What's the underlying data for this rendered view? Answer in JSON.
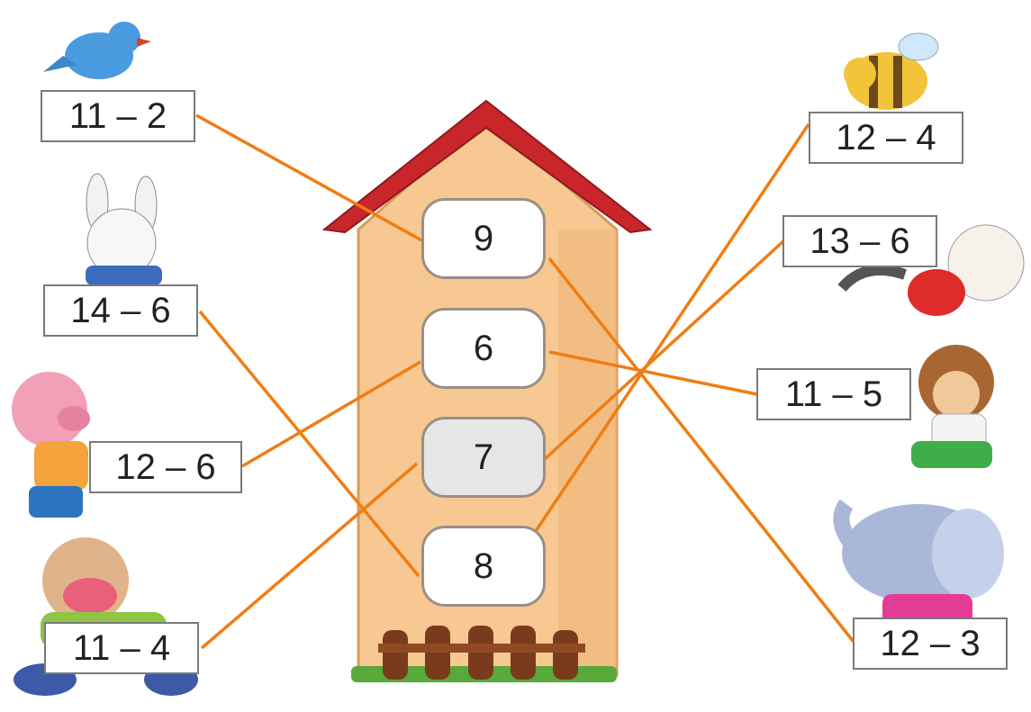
{
  "house": {
    "windows": [
      {
        "id": "w9",
        "value": "9"
      },
      {
        "id": "w6",
        "value": "6"
      },
      {
        "id": "w7",
        "value": "7"
      },
      {
        "id": "w8",
        "value": "8"
      }
    ]
  },
  "expressions": [
    {
      "id": "e-11-2",
      "animal": "bird",
      "text": "11 – 2",
      "target": "w9"
    },
    {
      "id": "e-14-6",
      "animal": "rabbit",
      "text": "14 – 6",
      "target": "w8"
    },
    {
      "id": "e-12-6",
      "animal": "pig",
      "text": "12 – 6",
      "target": "w6"
    },
    {
      "id": "e-11-4",
      "animal": "cow",
      "text": "11 – 4",
      "target": "w7"
    },
    {
      "id": "e-12-4",
      "animal": "bee",
      "text": "12 – 4",
      "target": "w8"
    },
    {
      "id": "e-13-6",
      "animal": "cat",
      "text": "13 – 6",
      "target": "w7"
    },
    {
      "id": "e-11-5",
      "animal": "monkey",
      "text": "11 – 5",
      "target": "w6"
    },
    {
      "id": "e-12-3",
      "animal": "elephant",
      "text": "12 – 3",
      "target": "w9"
    }
  ],
  "colors": {
    "line": "#f07d12",
    "roof": "#c8262b",
    "house_wall": "#f7c892",
    "fence": "#7a3b1c",
    "grass": "#57a93a"
  }
}
